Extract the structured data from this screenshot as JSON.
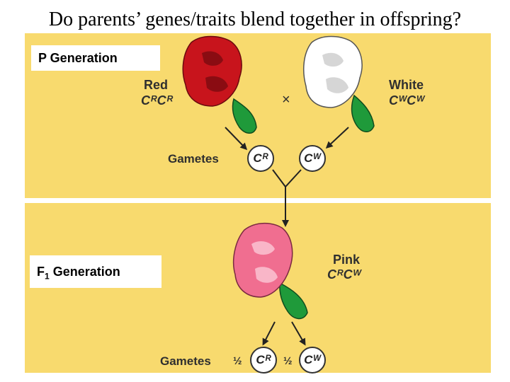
{
  "slide": {
    "title": "Do parents’ genes/traits blend together in offspring?"
  },
  "p_generation": {
    "label": "P Generation",
    "red": {
      "name": "Red",
      "genotype": "CᴿCᴿ"
    },
    "white": {
      "name": "White",
      "genotype": "CᵂCᵂ"
    },
    "cross_symbol": "×",
    "gametes_label": "Gametes",
    "gamete_red": "Cᴿ",
    "gamete_white": "Cᵂ"
  },
  "f1_generation": {
    "label_main": "F",
    "label_sub": "1",
    "label_rest": " Generation",
    "pink": {
      "name": "Pink",
      "genotype": "CᴿCᵂ"
    },
    "gametes_label": "Gametes",
    "fraction_1": "½",
    "fraction_2": "½",
    "gamete_red": "Cᴿ",
    "gamete_white": "Cᵂ"
  },
  "colors": {
    "panel": "#f8da6e",
    "red_flower": "#c8141c",
    "white_flower": "#ffffff",
    "pink_flower": "#f06e90",
    "stem": "#1f9a3a"
  }
}
